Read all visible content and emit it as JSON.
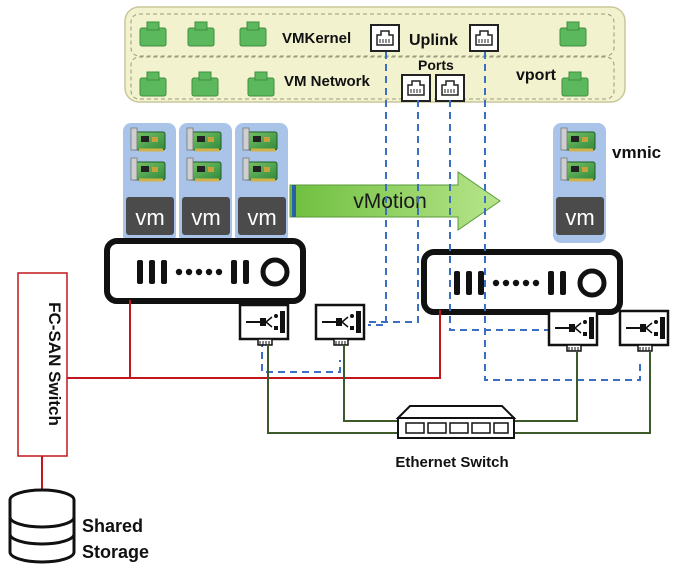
{
  "labels": {
    "vmkernel": "VMKernel",
    "uplink": "Uplink",
    "vm_network": "VM Network",
    "ports": "Ports",
    "vport": "vport",
    "vmnic": "vmnic",
    "vmotion": "vMotion",
    "fc_san_switch": "FC-SAN Switch",
    "ethernet_switch": "Ethernet Switch",
    "shared": "Shared",
    "storage": "Storage",
    "vm": "vm"
  },
  "colors": {
    "vswitch_fill": "#f2f2cf",
    "vswitch_border": "#c9c79a",
    "port_green": "#5cb85c",
    "vm_panel": "#a9c4e8",
    "vm_tile": "#4b4b4b",
    "vmotion_green": "#8ad05a",
    "san_red": "#c0161c",
    "ethernet_green": "#3d5a2a",
    "uplink_blue": "#3a6fc4"
  }
}
